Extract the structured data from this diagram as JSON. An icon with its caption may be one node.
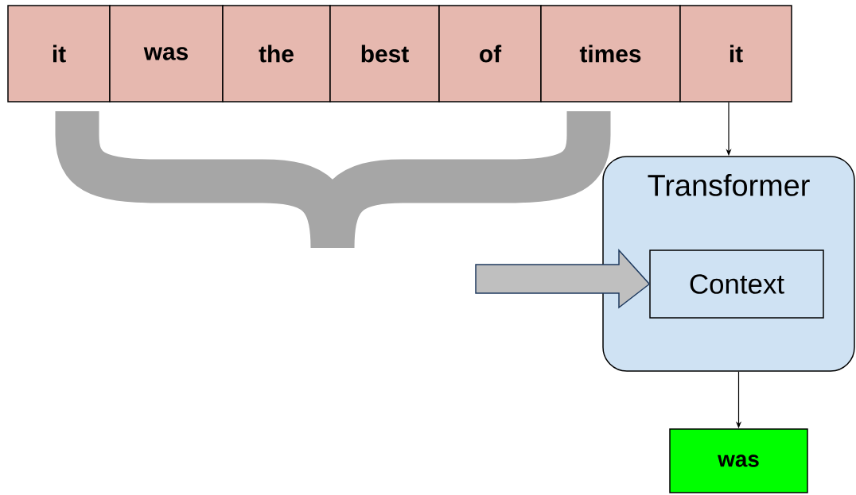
{
  "diagram": {
    "nodes": [
      {
        "text": [
          "it"
        ]
      },
      {
        "text": [
          "was"
        ]
      },
      {
        "text": [
          "the"
        ]
      },
      {
        "text": [
          "best"
        ]
      },
      {
        "text": [
          "of"
        ]
      },
      {
        "text": [
          "times"
        ]
      },
      {
        "text": [
          "it"
        ]
      },
      {
        "text": [
          "Transformer"
        ]
      },
      {
        "text": [
          "Context"
        ],
        "in": 7
      },
      {
        "text": [
          "was"
        ]
      }
    ],
    "edges": [
      {
        "from": 6,
        "to": 7,
        "arrow": "to"
      },
      {
        "from": 7,
        "to": 9,
        "arrow": "to"
      },
      {
        "from": null,
        "to": 8,
        "arrow": "to",
        "style": "thick"
      }
    ]
  }
}
